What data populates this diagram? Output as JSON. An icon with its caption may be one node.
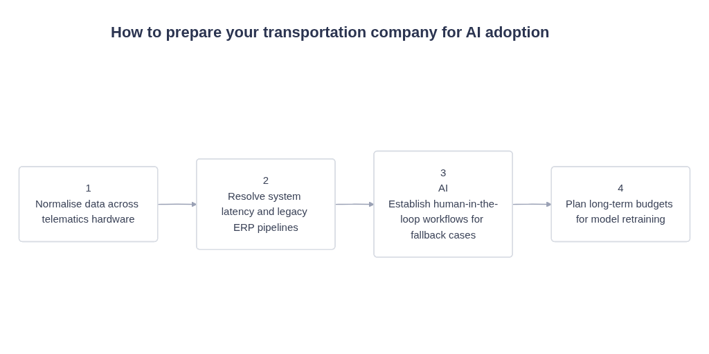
{
  "diagram": {
    "title": "How to prepare your transportation company for AI adoption",
    "nodes": [
      {
        "text": [
          "1",
          "Normalise data across telematics hardware"
        ]
      },
      {
        "text": [
          "2",
          "Resolve system latency and legacy ERP pipelines"
        ]
      },
      {
        "text": [
          "3",
          "AI",
          "Establish human-in-the-loop workflows for fallback cases"
        ]
      },
      {
        "text": [
          "4",
          "Plan long-term budgets for model retraining"
        ]
      }
    ],
    "edges": [
      {
        "from": 0,
        "to": 1,
        "arrow": "to"
      },
      {
        "from": 1,
        "to": 2,
        "arrow": "to"
      },
      {
        "from": 2,
        "to": 3,
        "arrow": "to"
      }
    ]
  }
}
